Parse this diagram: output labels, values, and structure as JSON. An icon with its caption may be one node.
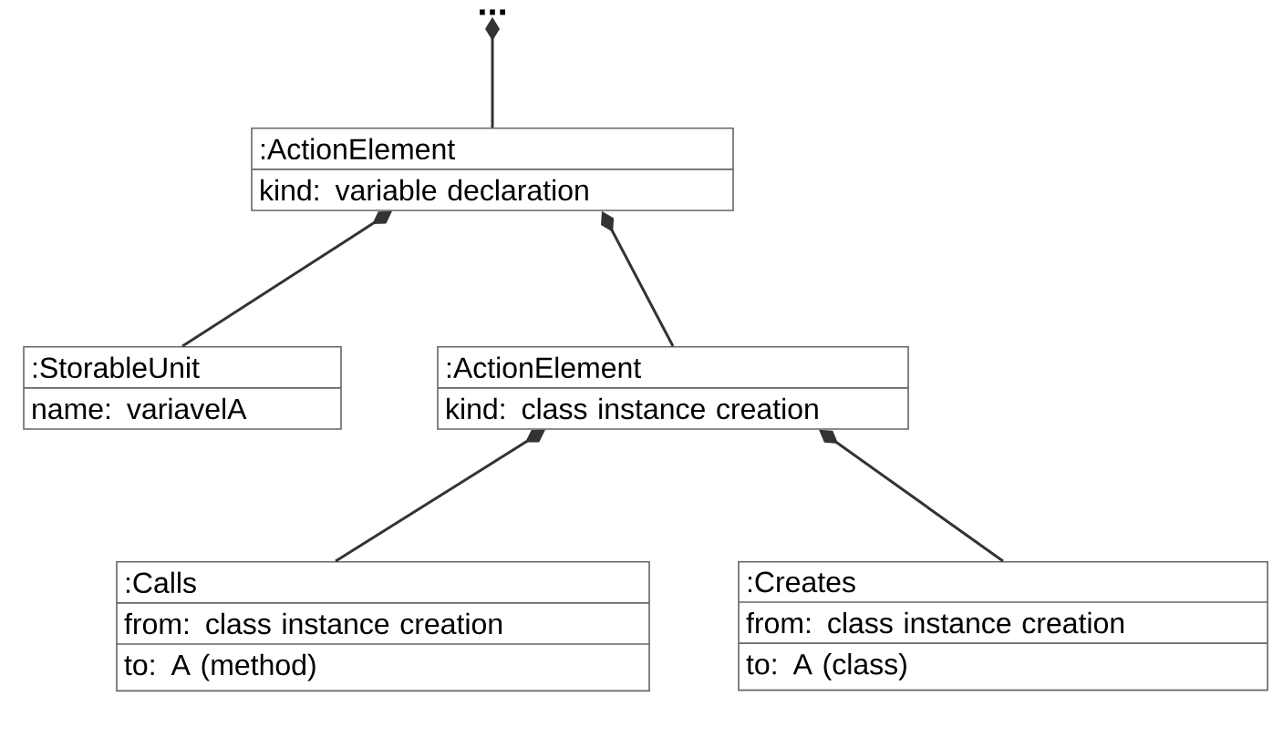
{
  "diagram": {
    "nodes": [
      {
        "text": [
          "..."
        ]
      },
      {
        "text": [
          ":ActionElement",
          "kind: variable declaration"
        ]
      },
      {
        "text": [
          ":StorableUnit",
          "name: variavelA"
        ]
      },
      {
        "text": [
          ":ActionElement",
          "kind: class instance creation"
        ]
      },
      {
        "text": [
          ":Calls",
          "from: class instance creation",
          "to: A (method)"
        ]
      },
      {
        "text": [
          ":Creates",
          "from: class instance creation",
          "to: A (class)"
        ]
      }
    ],
    "edges": [
      {
        "from": 1,
        "to": 0,
        "arrow": "other"
      },
      {
        "from": 2,
        "to": 1,
        "arrow": "other"
      },
      {
        "from": 3,
        "to": 1,
        "arrow": "other"
      },
      {
        "from": 4,
        "to": 3,
        "arrow": "other"
      },
      {
        "from": 5,
        "to": 3,
        "arrow": "other"
      }
    ]
  }
}
